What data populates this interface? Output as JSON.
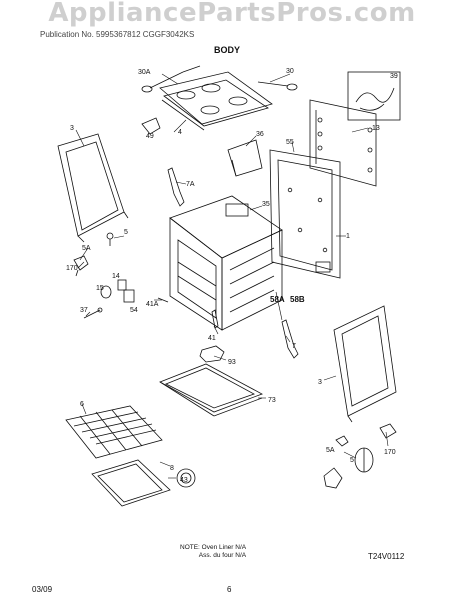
{
  "watermark": "AppliancePartsPros.com",
  "subheader": "Publication No. 5995367812   CGGF3042KS",
  "section_title": "BODY",
  "note_line1": "NOTE: Oven Liner N/A",
  "note_line2": "Ass. du four N/A",
  "drawing_code": "T24V0112",
  "footer_date": "03/09",
  "page_number": "6",
  "callouts": {
    "c30A": "30A",
    "c30": "30",
    "c39": "39",
    "c4": "4",
    "c49": "49",
    "c13": "13",
    "c3a": "3",
    "c36": "36",
    "c55": "55",
    "c7A": "7A",
    "c35": "35",
    "c1": "1",
    "c5": "5",
    "c5A": "5A",
    "c170": "170",
    "c14": "14",
    "c15": "15",
    "c54": "54",
    "c41A": "41A",
    "c37": "37",
    "c41": "41",
    "c58A": "58A",
    "c58B": "58B",
    "c93": "93",
    "c7": "7",
    "c73": "73",
    "c3b": "3",
    "c6": "6",
    "c8": "8",
    "c43": "43",
    "c5Ab": "5A",
    "c5b": "5",
    "c170b": "170"
  }
}
